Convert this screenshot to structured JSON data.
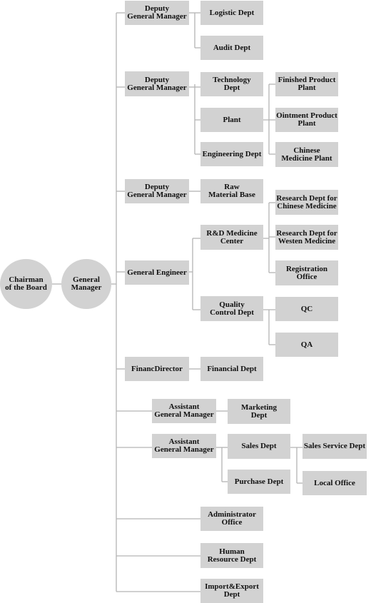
{
  "chairman": "Chairman\nof the Board",
  "general_manager": "General\nManager",
  "level2": {
    "dgm_logistic": "Deputy\nGeneral Manager",
    "dgm_tech": "Deputy\nGeneral Manager",
    "dgm_raw": "Deputy\nGeneral Manager",
    "general_engineer": "General Engineer",
    "finance_director": "FinancDirector",
    "agm_marketing": "Assistant\nGeneral Manager",
    "agm_sales": "Assistant\nGeneral Manager"
  },
  "level3": {
    "logistic_dept": "Logistic Dept",
    "audit_dept": "Audit Dept",
    "technology_dept": "Technology\nDept",
    "plant": "Plant",
    "engineering_dept": "Engineering Dept",
    "raw_material_base": "Raw\nMaterial Base",
    "rd_medicine_center": "R&D Medicine\nCenter",
    "quality_control_dept": "Quality\nControl Dept",
    "financial_dept": "Financial Dept",
    "marketing_dept": "Marketing\nDept",
    "sales_dept": "Sales Dept",
    "purchase_dept": "Purchase Dept",
    "administrator_office": "Administrator\nOffice",
    "human_resource_dept": "Human\nResource  Dept",
    "import_export_dept": "Import&Export\nDept"
  },
  "level4": {
    "finished_product_plant": "Finished Product\nPlant",
    "ointment_product_plant": "Ointment Product\nPlant",
    "chinese_medicine_plant": "Chinese\nMedicine Plant",
    "research_chinese": "Research Dept for\nChinese Medicine",
    "research_western": "Research Dept for\nWesten Medicine",
    "registration_office": "Registration\nOffice",
    "qc": "QC",
    "qa": "QA",
    "sales_service_dept": "Sales Service Dept",
    "local_office": "Local Office"
  },
  "colors": {
    "box": "#d2d2d2",
    "line": "#b4b4b4"
  }
}
